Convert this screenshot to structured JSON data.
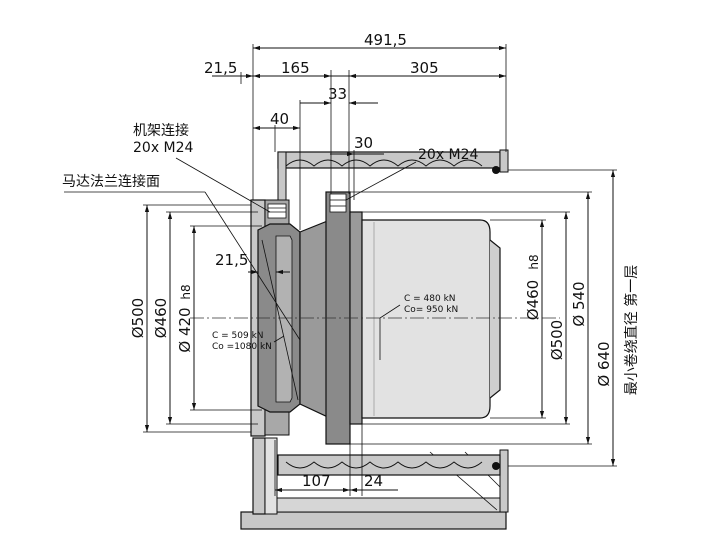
{
  "dimensions": {
    "overall_length": "491,5",
    "flange_offset": "21,5",
    "d165": "165",
    "d305": "305",
    "d40": "40",
    "d33": "33",
    "d30": "30",
    "flange_thickness": "21,5",
    "d107": "107",
    "d24": "24"
  },
  "diameters": {
    "left_500": "Ø500",
    "left_460": "Ø460",
    "left_420": "Ø 420",
    "left_420_fit": "h8",
    "right_460": "Ø460",
    "right_460_fit": "h8",
    "right_500": "Ø500",
    "right_540": "Ø 540",
    "right_640": "Ø 640"
  },
  "labels": {
    "frame_connection_line1": "机架连接",
    "frame_connection_line2": "20x M24",
    "motor_flange_face": "马达法兰连接面",
    "drum_bolts": "20x M24",
    "min_drum_diameter": "最小卷绕直径 第一层"
  },
  "loads": {
    "left_c": "C  =  509 kN",
    "left_co": "Co =1080 kN",
    "right_c": "C  = 480 kN",
    "right_co": "Co= 950 kN"
  },
  "colors": {
    "housing_gray": "#c8c8c8",
    "dark_gray": "#8a8a8a",
    "light_gray": "#e2e2e2",
    "line": "#111111"
  }
}
